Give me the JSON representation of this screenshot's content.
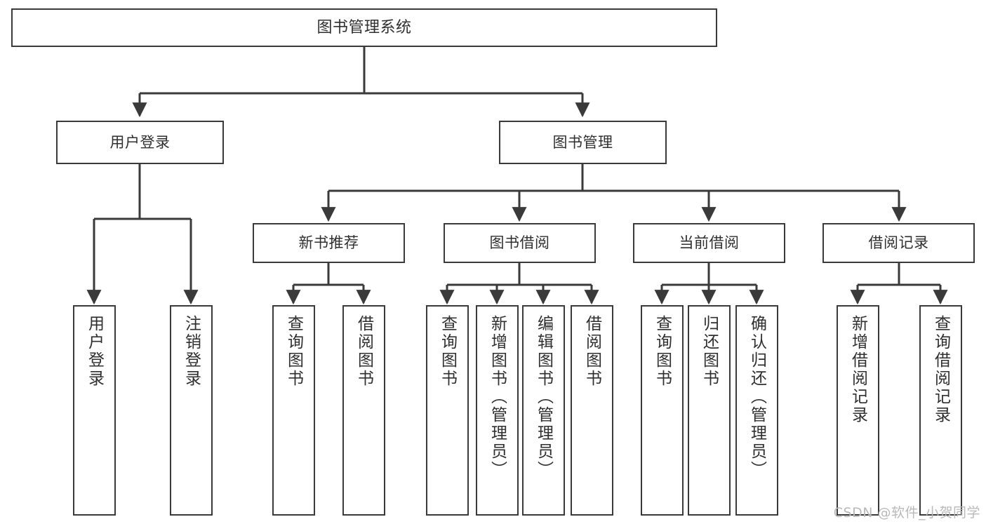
{
  "diagram": {
    "type": "tree",
    "title": "图书管理系统",
    "orientation": "top-down",
    "watermark": "CSDN @软件_小贺同学",
    "colors": {
      "box_border": "#3a3a3a",
      "box_fill": "#ffffff",
      "text": "#2f2f2f",
      "edge": "#3a3a3a",
      "watermark": "#b9b9b9",
      "background": "#ffffff"
    },
    "nodes": {
      "root": {
        "label": "图书管理系统"
      },
      "level2": [
        {
          "label": "用户登录"
        },
        {
          "label": "图书管理"
        }
      ],
      "level3": [
        {
          "label": "新书推荐"
        },
        {
          "label": "图书借阅"
        },
        {
          "label": "当前借阅"
        },
        {
          "label": "借阅记录"
        }
      ],
      "leaves": {
        "user_login": [
          {
            "label": "用户登录"
          },
          {
            "label": "注销登录"
          }
        ],
        "new_book_recommend": [
          {
            "label": "查询图书"
          },
          {
            "label": "借阅图书"
          }
        ],
        "book_borrow": [
          {
            "label": "查询图书"
          },
          {
            "label": "新增图书（管理员）"
          },
          {
            "label": "编辑图书（管理员）"
          },
          {
            "label": "借阅图书"
          }
        ],
        "current_borrow": [
          {
            "label": "查询图书"
          },
          {
            "label": "归还图书"
          },
          {
            "label": "确认归还（管理员）"
          }
        ],
        "borrow_record": [
          {
            "label": "新增借阅记录"
          },
          {
            "label": "查询借阅记录"
          }
        ]
      }
    }
  }
}
